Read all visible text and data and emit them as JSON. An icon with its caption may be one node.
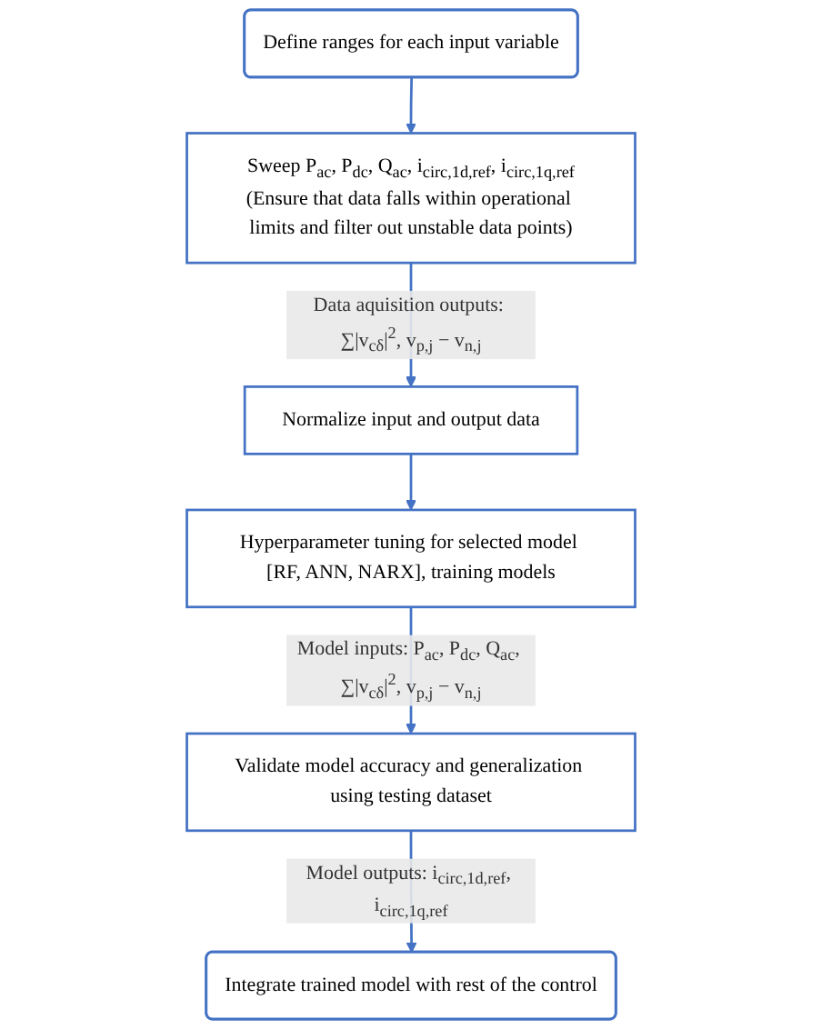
{
  "diagram": {
    "nodes": [
      {
        "text": [
          "Define ranges for each input variable"
        ]
      },
      {
        "text": [
          "Sweep P$_{ac}$, P$_{dc}$, Q$_{ac}$, i$_{circ,1d,ref}$, i$_{circ,1q,ref}$",
          "(Ensure that data falls within operational limits and filter out unstable data points)"
        ]
      },
      {
        "text": [
          "Normalize input and output data"
        ]
      },
      {
        "text": [
          "Hyperparameter tuning for selected model [RF, ANN, NARX], training models"
        ]
      },
      {
        "text": [
          "Validate model accuracy and generalization using testing dataset"
        ]
      },
      {
        "text": [
          "Integrate trained model with rest of the control"
        ]
      }
    ],
    "edges": [
      {
        "from": 0,
        "to": 1,
        "arrow": "to"
      },
      {
        "from": 1,
        "to": 2,
        "arrow": "to",
        "label": "Data aquisition outputs: ∑|v$_{cδ}$|$^{2}$, v$_{p,j}$ − v$_{n,j}$"
      },
      {
        "from": 2,
        "to": 3,
        "arrow": "to"
      },
      {
        "from": 3,
        "to": 4,
        "arrow": "to",
        "label": "Model inputs: P$_{ac}$, P$_{dc}$, Q$_{ac}$, ∑|v$_{cδ}$|$^{2}$, v$_{p,j}$ − v$_{n,j}$"
      },
      {
        "from": 4,
        "to": 5,
        "arrow": "to",
        "label": "Model outputs: i$_{circ,1d,ref}$, i$_{circ,1q,ref}$"
      }
    ]
  }
}
